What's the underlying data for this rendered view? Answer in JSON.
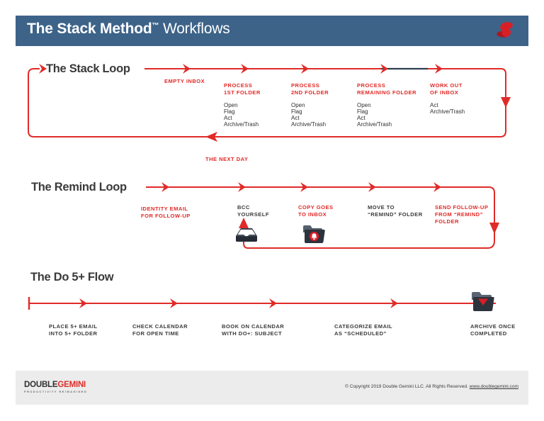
{
  "header": {
    "title_bold": "The Stack Method",
    "title_tm": "™",
    "title_light": "Workflows",
    "logo_icon": "stack-method-s-logo",
    "bg_color": "#3d6389",
    "accent_color": "#e02b28"
  },
  "stack_loop": {
    "title": "The Stack Loop",
    "loopback_label": "THE NEXT DAY",
    "steps": [
      {
        "label": "EMPTY INBOX",
        "label_color": "red",
        "sub": []
      },
      {
        "label": "PROCESS\n1ST FOLDER",
        "label_line1": "PROCESS",
        "label_line2": "1ST FOLDER",
        "label_color": "red",
        "sub": [
          "Open",
          "Flag",
          "Act",
          "Archive/Trash"
        ]
      },
      {
        "label_line1": "PROCESS",
        "label_line2": "2ND FOLDER",
        "label_color": "red",
        "sub": [
          "Open",
          "Flag",
          "Act",
          "Archive/Trash"
        ]
      },
      {
        "label_line1": "PROCESS",
        "label_line2": "REMAINING FOLDER",
        "label_color": "red",
        "sub": [
          "Open",
          "Flag",
          "Act",
          "Archive/Trash"
        ]
      },
      {
        "label_line1": "WORK OUT",
        "label_line2": "OF INBOX",
        "label_color": "red",
        "sub": [
          "Act",
          "Archive/Trash"
        ]
      }
    ]
  },
  "remind_loop": {
    "title": "The Remind Loop",
    "steps": [
      {
        "label_line1": "IDENTITY EMAIL",
        "label_line2": "FOR FOLLOW-UP",
        "label_color": "red",
        "icon": ""
      },
      {
        "label_line1": "BCC",
        "label_line2": "YOURSELF",
        "label_color": "dark",
        "icon": "inbox-tray-icon"
      },
      {
        "label_line1": "COPY GOES",
        "label_line2": "TO INBOX",
        "label_color": "red",
        "icon": "folder-bell-icon"
      },
      {
        "label_line1": "MOVE TO",
        "label_line2": "“REMIND” FOLDER",
        "label_color": "dark",
        "icon": ""
      },
      {
        "label_line1": "SEND FOLLOW-UP",
        "label_line2": "FROM “REMIND”",
        "label_line3": "FOLDER",
        "label_color": "red",
        "icon": ""
      }
    ]
  },
  "do5_flow": {
    "title": "The Do 5+ Flow",
    "steps": [
      {
        "label_line1": "PLACE 5+ EMAIL",
        "label_line2": "INTO 5+ FOLDER"
      },
      {
        "label_line1": "CHECK CALENDAR",
        "label_line2": "FOR OPEN TIME"
      },
      {
        "label_line1": "BOOK ON CALENDAR",
        "label_line2": "WITH DO+: SUBJECT"
      },
      {
        "label_line1": "CATEGORIZE EMAIL",
        "label_line2": "AS “SCHEDULED”"
      },
      {
        "label_line1": "ARCHIVE ONCE",
        "label_line2": "COMPLETED",
        "icon": "folder-archive-icon"
      }
    ]
  },
  "footer": {
    "logo_first": "DOUBLE",
    "logo_second": "GEMINI",
    "tagline": "PRODUCTIVITY REIMAGINED",
    "copyright": "© Copyright 2019 Double Gemini LLC. All Rights Reserved. ",
    "website": "www.doublegemini.com"
  }
}
